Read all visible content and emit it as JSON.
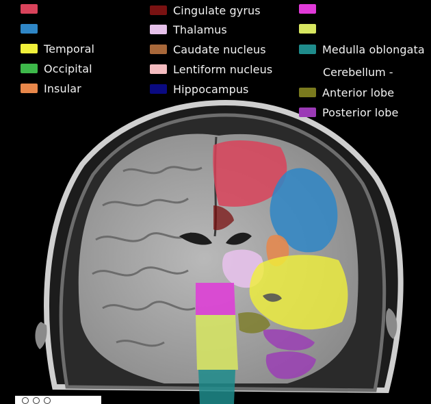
{
  "legend": {
    "column1": [
      {
        "label": "",
        "color": "#d9435b"
      },
      {
        "label": "",
        "color": "#2f86c6"
      },
      {
        "label": "Temporal",
        "color": "#f0f03a"
      },
      {
        "label": "Occipital",
        "color": "#3db84a"
      },
      {
        "label": "Insular",
        "color": "#e8874a"
      }
    ],
    "column2": [
      {
        "label": "Cingulate gyrus",
        "color": "#7a1212"
      },
      {
        "label": "Thalamus",
        "color": "#e6c1ea"
      },
      {
        "label": "Caudate nucleus",
        "color": "#a8683a"
      },
      {
        "label": "Lentiform nucleus",
        "color": "#f4bcc0"
      },
      {
        "label": "Hippocampus",
        "color": "#0a0a82"
      }
    ],
    "column3": [
      {
        "label": "",
        "color": "#e03ad8"
      },
      {
        "label": "",
        "color": "#d7e660"
      },
      {
        "label": "Medulla oblongata",
        "color": "#1f8c8c"
      }
    ],
    "cerebellum_heading": "Cerebellum -",
    "column3_sub": [
      {
        "label": "Anterior lobe",
        "color": "#7a7a1e"
      },
      {
        "label": "Posterior lobe",
        "color": "#9b3ab6"
      }
    ]
  },
  "image": {
    "description_icon": "brain-mri-coronal-icon"
  }
}
